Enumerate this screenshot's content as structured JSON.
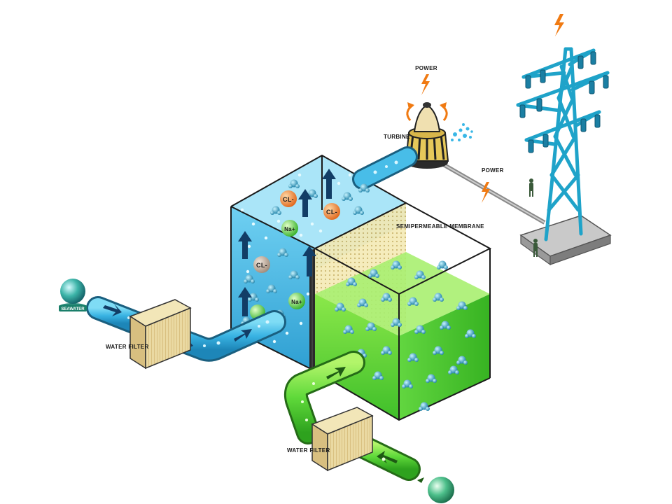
{
  "labels": {
    "power_top": "POWER",
    "turbine": "TURBINE",
    "power_line": "POWER",
    "membrane": "SEMIPERMEABLE MEMBRANE",
    "filter_left": "WATER FILTER",
    "filter_bottom": "WATER FILTER",
    "salt_water_globe": "SEAWATER",
    "fresh_water_globe": ""
  },
  "ions": {
    "chloride": "CL-",
    "sodium": "Na+"
  },
  "colors": {
    "salt_water": "#3ab7e6",
    "fresh_water": "#5fd93a",
    "tower": "#1fa3c9",
    "membrane": "#f2e6a8",
    "filter": "#e8d7a0",
    "spark": "#f07a12",
    "chloride_ion": "#f08a2a",
    "sodium_ion": "#4fd04a"
  },
  "icons": {
    "power_top": "lightning-icon",
    "tower_top": "lightning-icon",
    "power_line": "lightning-icon"
  }
}
